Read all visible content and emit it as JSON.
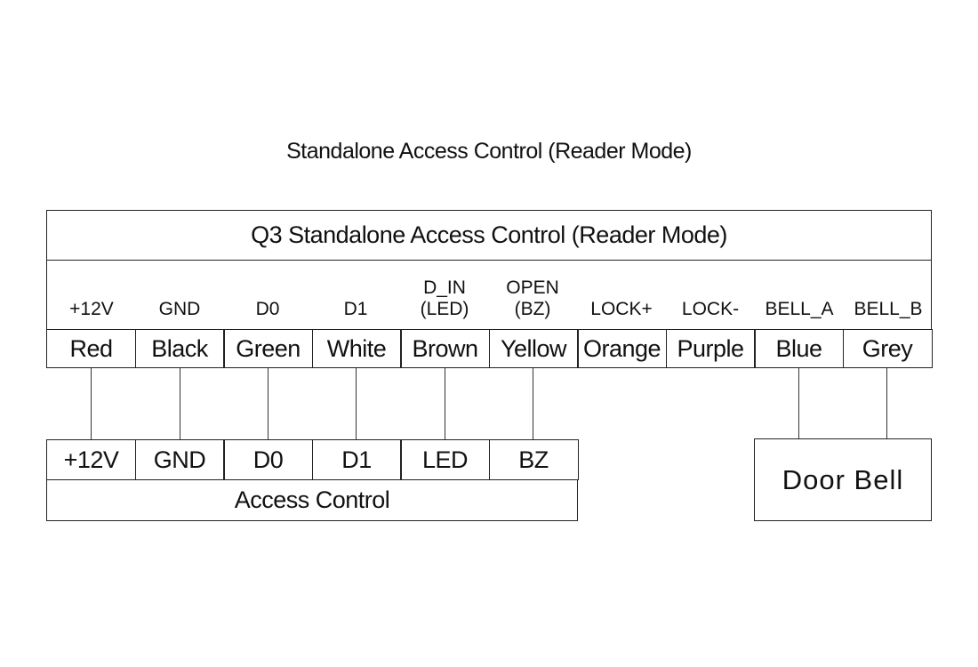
{
  "title": "Standalone Access Control (Reader Mode)",
  "controller": {
    "header": "Q3 Standalone Access Control (Reader Mode)",
    "pins": [
      {
        "label": "+12V",
        "wire": "Red"
      },
      {
        "label": "GND",
        "wire": "Black"
      },
      {
        "label": "D0",
        "wire": "Green"
      },
      {
        "label": "D1",
        "wire": "White"
      },
      {
        "label": "D_IN\n(LED)",
        "wire": "Brown"
      },
      {
        "label": "OPEN\n(BZ)",
        "wire": "Yellow"
      },
      {
        "label": "LOCK+",
        "wire": "Orange"
      },
      {
        "label": "LOCK-",
        "wire": "Purple"
      },
      {
        "label": "BELL_A",
        "wire": "Blue"
      },
      {
        "label": "BELL_B",
        "wire": "Grey"
      }
    ]
  },
  "access_control": {
    "label": "Access Control",
    "terminals": [
      "+12V",
      "GND",
      "D0",
      "D1",
      "LED",
      "BZ"
    ]
  },
  "door_bell": {
    "label": "Door Bell"
  }
}
